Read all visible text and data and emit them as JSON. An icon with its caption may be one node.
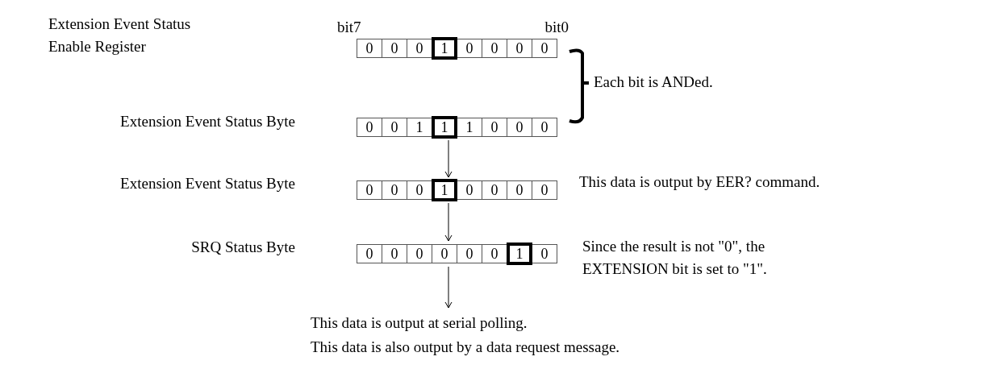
{
  "diagram": {
    "nodes": [
      {
        "text": [
          "0",
          "0",
          "0",
          "1",
          "0",
          "0",
          "0",
          "0"
        ]
      },
      {
        "text": [
          "0",
          "0",
          "1",
          "1",
          "1",
          "0",
          "0",
          "0"
        ],
        "beside": [
          "Extension Event Status Byte"
        ]
      },
      {
        "text": [
          "0",
          "0",
          "0",
          "1",
          "0",
          "0",
          "0",
          "0"
        ],
        "beside": [
          "Extension Event Status Byte",
          "This data is output by EER? command."
        ]
      },
      {
        "text": [
          "0",
          "0",
          "0",
          "0",
          "0",
          "0",
          "1",
          "0"
        ],
        "beside": [
          "SRQ Status Byte",
          "Since the result is not \"0\", the EXTENSION bit is set to \"1\"."
        ]
      },
      {
        "text": [
          "This data is output at serial polling.",
          "This data is also output by a data request message."
        ]
      }
    ],
    "edges": [
      {
        "from": 1,
        "to": 2,
        "arrow": "to"
      },
      {
        "from": 2,
        "to": 3,
        "arrow": "to"
      },
      {
        "from": 3,
        "to": 4,
        "arrow": "to"
      }
    ],
    "labels": [
      "Extension Event Status Enable Register",
      "bit7",
      "bit0",
      "Each bit is ANDed."
    ]
  }
}
